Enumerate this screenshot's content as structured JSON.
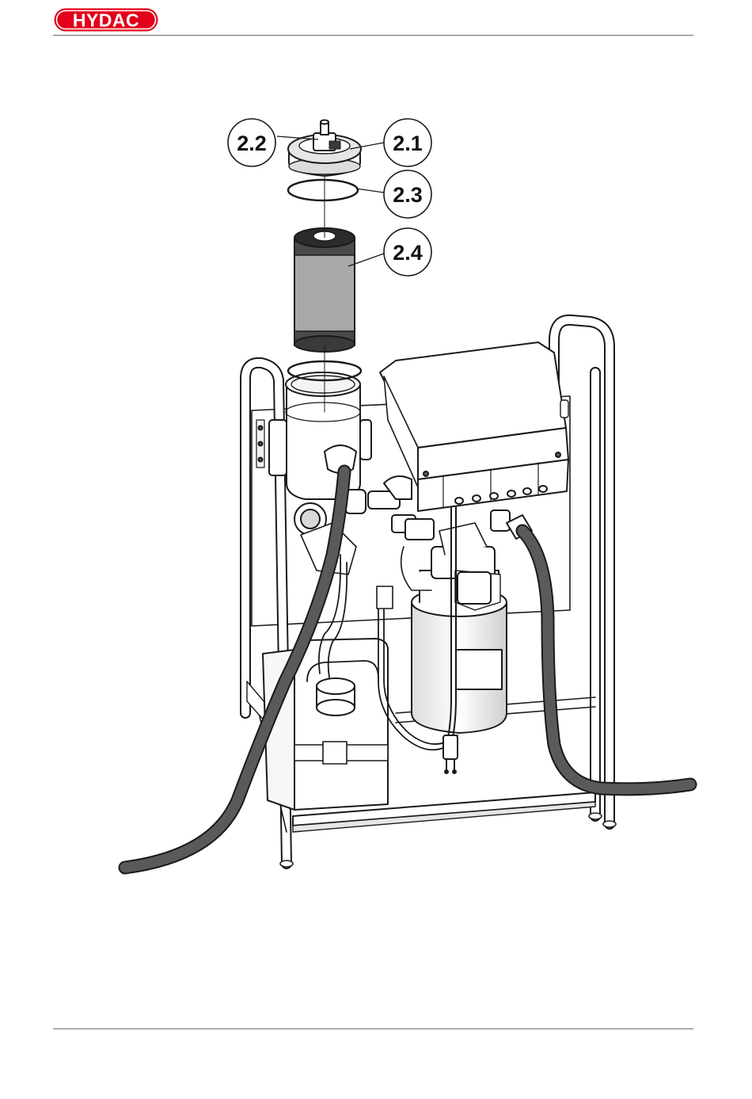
{
  "header": {
    "logo_text": "HYDAC",
    "brand_color": "#e2001a"
  },
  "figure": {
    "callouts": [
      {
        "id": "c22",
        "label": "2.2"
      },
      {
        "id": "c21",
        "label": "2.1"
      },
      {
        "id": "c23",
        "label": "2.3"
      },
      {
        "id": "c24",
        "label": "2.4"
      }
    ]
  }
}
